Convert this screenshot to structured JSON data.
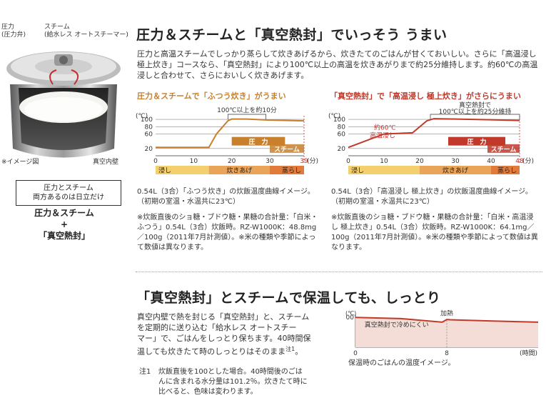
{
  "left": {
    "label_pressure": "圧力",
    "label_pressure_valve": "(圧力弁)",
    "label_steam": "スチーム",
    "label_steam_detail": "(給水レス オートスチーマー)",
    "image_note": "※イメージ図",
    "label_inner_wall": "真空内壁",
    "box_line1": "圧力とスチーム",
    "box_line2": "両方あるのは日立だけ",
    "combo_line1": "圧力＆スチーム",
    "combo_line2": "+",
    "combo_line3": "「真空熱封」"
  },
  "section1": {
    "title": "圧力＆スチームと「真空熱封」でいっそう うまい",
    "body": "圧力と高温スチームでしっかり蒸らして炊きあげるから、炊きたてのごはんが甘くておいしい。さらに「高温浸し 極上炊き」コースなら、「真空熱封」により100℃以上の高温を炊きあがりまで約25分維持します。約60℃の高温浸しと合わせて、さらにおいしく炊きあげます。",
    "chart1_heading": "圧力＆スチームで「ふつう炊き」がうまい",
    "chart2_heading": "「真空熱封」で「高温浸し 極上炊き」がさらにうまい",
    "chart1_caption": "0.54L（3合）「ふつう炊き」の炊飯温度曲線イメージ。（初期の室温・水温共に23℃）",
    "chart1_note": "※炊飯直後のショ糖・ブドウ糖・果糖の合計量：「白米・ふつう」0.54L（3合）炊飯時。RZ-W1000K：48.8mg／100g（2011年7月計測値）。※米の種類や季節によって数値は異なります。",
    "chart2_caption": "0.54L（3合）「高温浸し 極上炊き」の炊飯温度曲線イメージ。（初期の室温・水温共に23℃）",
    "chart2_note": "※炊飯直後のショ糖・ブドウ糖・果糖の合計量：「白米・高温浸し 極上炊き」0.54L（3合）炊飯時。RZ-W1000K：64.1mg／100g（2011年7月計測値）。※米の種類や季節によって数値は異なります。"
  },
  "section2": {
    "title": "「真空熱封」とスチームで保温しても、しっとり",
    "body_line1": "真空内壁で熱を封じる「真空熱封」と、スチーム",
    "body_line2": "を定期的に送り込む「給水レス オートスチー",
    "body_line3": "マー」で、ごはんをしっとり保ちます。40時間保",
    "body_line4": "温しても炊きたて時のしっとりはそのまま",
    "body_sup": "注1",
    "body_end": "。",
    "note_label": "注1",
    "note_line1": "炊飯直後を100とした場合。40時間後のごは",
    "note_line2": "んに含まれる水分量は101.2％。炊きたて時に",
    "note_line3": "比べると、色味は変わります。",
    "chart3_caption": "保温時のごはんの温度イメージ。"
  },
  "chart_data": [
    {
      "type": "line",
      "unit": "(℃)",
      "x_unit": "(分)",
      "x_ticks": [
        0,
        10,
        20,
        30,
        39
      ],
      "y_ticks": [
        20,
        60,
        80,
        100
      ],
      "xlim": [
        0,
        39
      ],
      "ylim": [
        0,
        110
      ],
      "x": [
        0,
        14,
        16,
        19,
        20,
        24,
        30,
        39
      ],
      "y": [
        23,
        23,
        60,
        96,
        101,
        101,
        98,
        96
      ],
      "annotations": {
        "bracket_label": "100℃以上を約10分",
        "pressure": "圧　力",
        "steam": "スチーム"
      },
      "bracket_x": [
        19,
        29
      ],
      "pressure_x": [
        20,
        34
      ],
      "steam_x": [
        30,
        39
      ],
      "phases": [
        {
          "label": "浸し",
          "x": [
            0,
            14
          ],
          "color": "#f3cf6e"
        },
        {
          "label": "炊きあげ",
          "x": [
            14,
            30
          ],
          "color": "#e9a45a"
        },
        {
          "label": "蒸らし",
          "x": [
            30,
            39
          ],
          "color": "#e07b3b"
        }
      ],
      "line_color": "#c8802c"
    },
    {
      "type": "line",
      "unit": "(℃)",
      "x_unit": "(分)",
      "x_ticks": [
        0,
        10,
        20,
        30,
        40,
        48
      ],
      "y_ticks": [
        20,
        60,
        80,
        100
      ],
      "xlim": [
        0,
        48
      ],
      "ylim": [
        0,
        110
      ],
      "x": [
        0,
        10,
        18,
        22,
        24,
        30,
        40,
        48
      ],
      "y": [
        23,
        60,
        63,
        96,
        102,
        101,
        99,
        97
      ],
      "annotations": {
        "soak_label1": "約60℃",
        "soak_label2": "高温浸し",
        "bracket_label1": "真空熱封で",
        "bracket_label2": "100℃以上を約25分維持",
        "pressure": "圧　力",
        "steam": "スチーム"
      },
      "bracket_x": [
        23,
        48
      ],
      "pressure_x": [
        28,
        44
      ],
      "steam_x": [
        39,
        48
      ],
      "phases": [
        {
          "label": "浸し",
          "x": [
            0,
            20
          ],
          "color": "#f3cf6e"
        },
        {
          "label": "炊きあげ",
          "x": [
            20,
            40
          ],
          "color": "#e9a45a"
        },
        {
          "label": "蒸らし",
          "x": [
            40,
            48
          ],
          "color": "#e07b3b"
        }
      ],
      "line_color": "#c0392b"
    },
    {
      "type": "line",
      "unit": "(℃)",
      "x_unit": "(時間)",
      "x_ticks": [
        0,
        8
      ],
      "y_ticks": [
        100
      ],
      "xlim": [
        0,
        16
      ],
      "ylim": [
        0,
        110
      ],
      "x": [
        0,
        4,
        7.6,
        8,
        8.3,
        12,
        16
      ],
      "y": [
        100,
        96,
        84,
        93,
        92,
        88,
        84
      ],
      "annotations": {
        "heat": "加熱",
        "cool_label": "真空熱封で冷めにくい"
      },
      "line_color": "#c0392b"
    }
  ]
}
